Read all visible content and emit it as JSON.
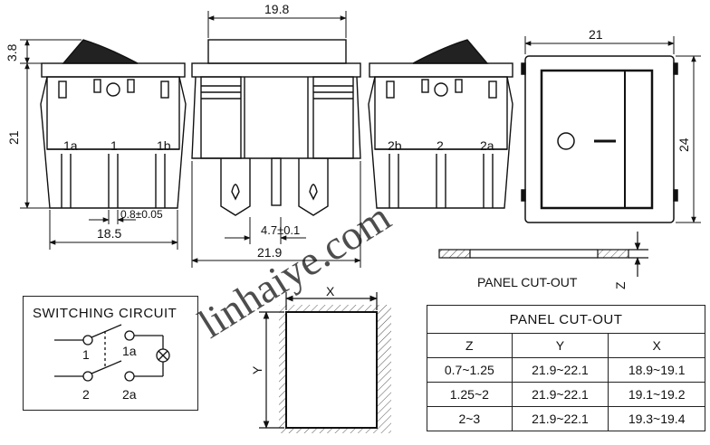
{
  "dimensions": {
    "top_width": "19.8",
    "rocker_height": "3.8",
    "body_height": "21",
    "pin_width": "0.8±0.05",
    "side_width": "18.5",
    "terminal_width": "4.7±0.1",
    "front_width": "21.9",
    "bezel_width": "21",
    "bezel_height": "24",
    "cutout_x": "X",
    "cutout_y": "Y",
    "panel_z": "Z"
  },
  "pins": {
    "left": [
      "1a",
      "1",
      "1b"
    ],
    "right": [
      "2b",
      "2",
      "2a"
    ]
  },
  "panel_label": "PANEL CUT-OUT",
  "switching_circuit": {
    "title": "SWITCHING CIRCUIT",
    "labels": [
      "1",
      "1a",
      "2",
      "2a"
    ]
  },
  "cutout_table": {
    "title": "PANEL CUT-OUT",
    "headers": [
      "Z",
      "Y",
      "X"
    ],
    "rows": [
      [
        "0.7~1.25",
        "21.9~22.1",
        "18.9~19.1"
      ],
      [
        "1.25~2",
        "21.9~22.1",
        "19.1~19.2"
      ],
      [
        "2~3",
        "21.9~22.1",
        "19.3~19.4"
      ]
    ]
  },
  "watermark": "linhaiye.com"
}
